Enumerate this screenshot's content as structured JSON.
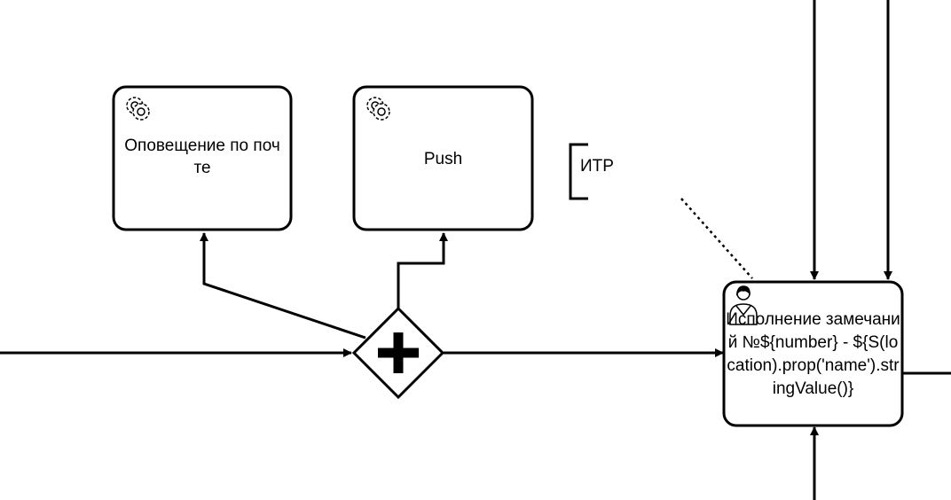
{
  "tasks": {
    "email": {
      "label": "Оповещение по почте",
      "type": "service-task"
    },
    "push": {
      "label": "Push",
      "type": "service-task"
    },
    "fix": {
      "label": "Исполнение замечаний №${number} - ${S(location).prop('name').stringValue()}",
      "type": "user-task"
    }
  },
  "annotation": {
    "text": "ИТР"
  },
  "gateway": {
    "type": "parallel"
  }
}
